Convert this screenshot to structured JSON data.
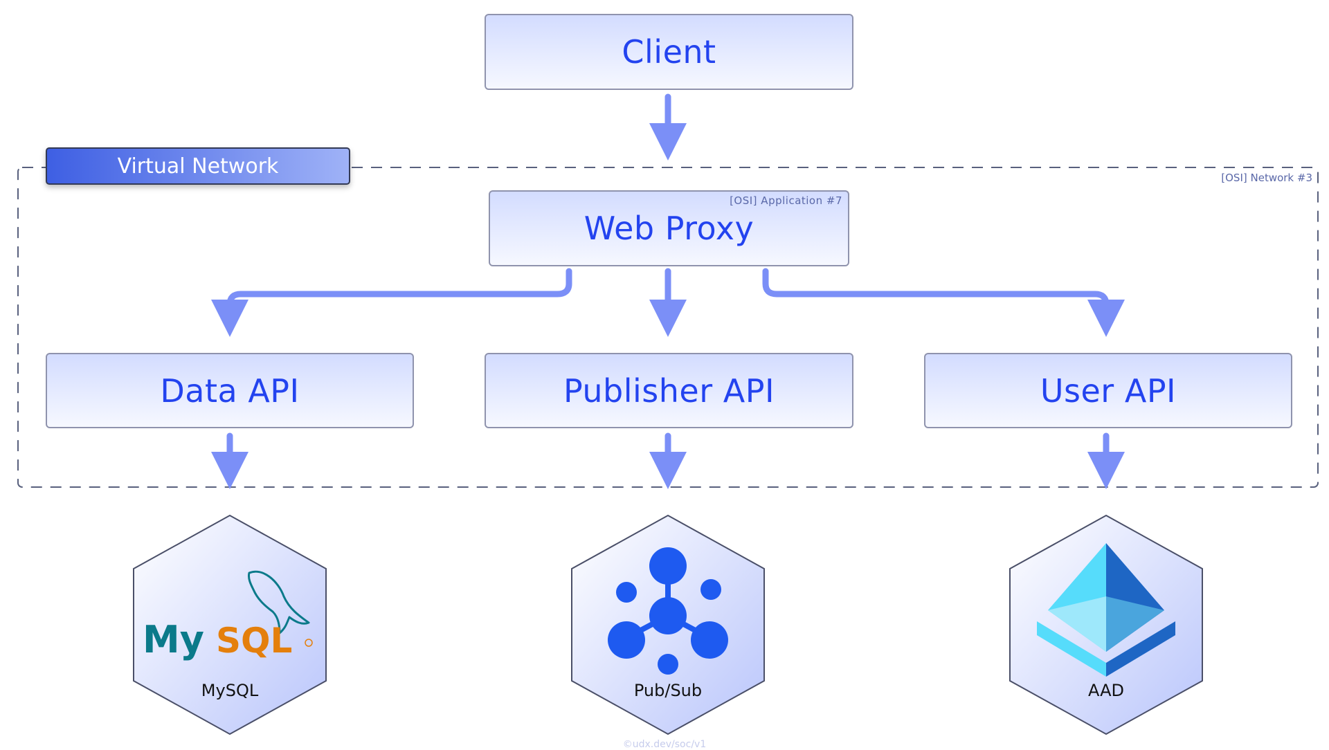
{
  "nodes": {
    "client": "Client",
    "web_proxy": "Web Proxy",
    "web_proxy_tag": "[OSI] Application #7",
    "data_api": "Data API",
    "publisher_api": "Publisher API",
    "user_api": "User API"
  },
  "virtual_network": {
    "label": "Virtual Network",
    "tag": "[OSI] Network #3"
  },
  "services": [
    {
      "label": "MySQL",
      "icon": "mysql-logo",
      "logo_text": "MySQL",
      "colors": {
        "my": "#0b7a8a",
        "sql": "#e47f0c"
      }
    },
    {
      "label": "Pub/Sub",
      "icon": "pubsub-icon",
      "color": "#1e5af0"
    },
    {
      "label": "AAD",
      "icon": "aad-pyramid-icon",
      "colors": {
        "light": "#56dcfb",
        "dark": "#1e66c4"
      }
    }
  ],
  "footer": "©udx.dev/soc/v1",
  "colors": {
    "arrow": "#7b8ff7",
    "node_text": "#2343ef",
    "border": "#8f93ad",
    "dashed": "#58607d"
  }
}
